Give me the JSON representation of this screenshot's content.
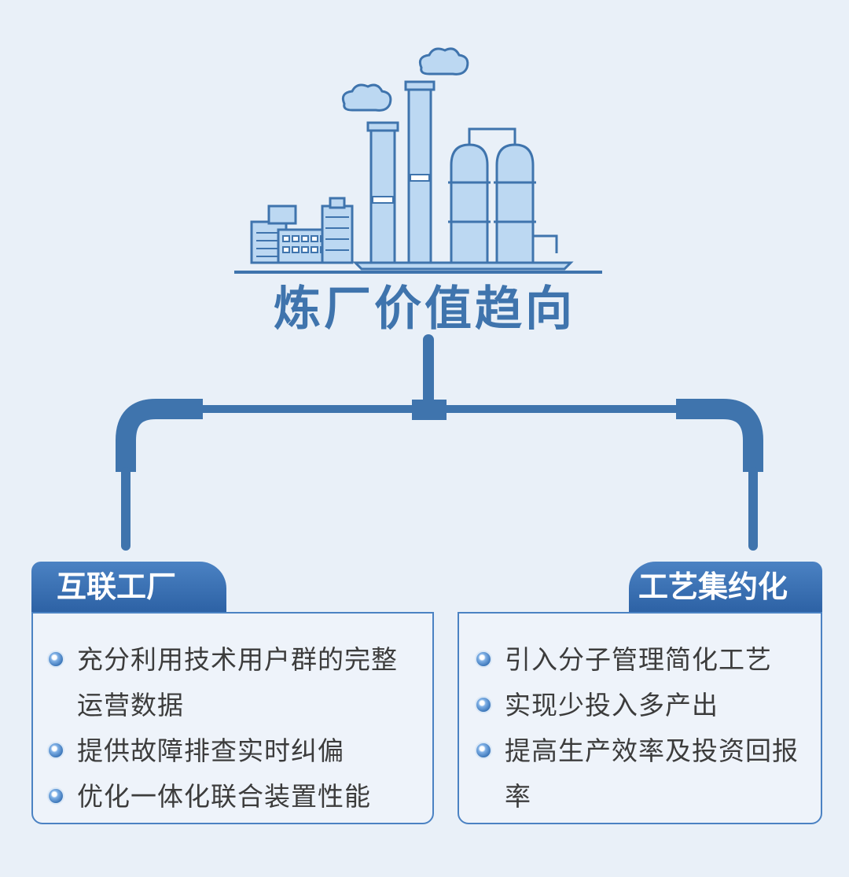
{
  "title": "炼厂价值趋向",
  "colors": {
    "accent": "#4b82c3",
    "accent_dark": "#2d62a5",
    "background": "#e9f0f8",
    "icon_fill": "#bcd8f2"
  },
  "illustration": {
    "icon": "refinery-icon"
  },
  "branches": [
    {
      "title": "互联工厂",
      "items": [
        {
          "text": "充分利用技术用户群的完整运营数据"
        },
        {
          "text": "提供故障排查实时纠偏"
        },
        {
          "text": "优化一体化联合装置性能"
        }
      ]
    },
    {
      "title": "工艺集约化",
      "items": [
        {
          "text": "引入分子管理简化工艺"
        },
        {
          "text": "实现少投入多产出"
        },
        {
          "text": "提高生产效率及投资回报率"
        }
      ]
    }
  ]
}
